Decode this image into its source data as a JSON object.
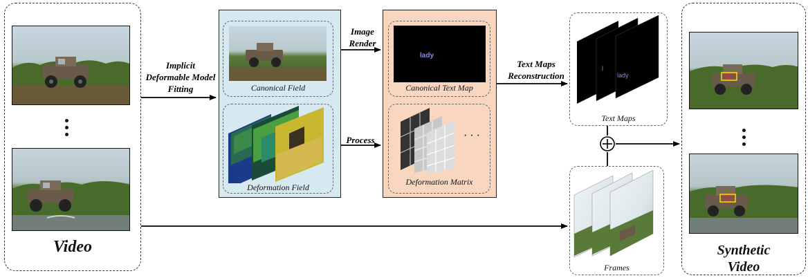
{
  "labels": {
    "video": "Video",
    "synthetic_video": "Synthetic Video",
    "implicit_fitting": "Implicit Deformable Model Fitting",
    "image_render": "Image Render",
    "process": "Process",
    "text_maps_reconstruction": "Text Maps Reconstruction",
    "canonical_field": "Canonical Field",
    "deformation_field": "Deformation Field",
    "canonical_text_map": "Canonical Text Map",
    "deformation_matrix": "Deformation Matrix",
    "text_maps": "Text Maps",
    "frames": "Frames",
    "ellipsis": "· · ·",
    "text_word": "lady",
    "text_word_small": "lady",
    "text_letter": "l"
  },
  "colors": {
    "canonical_panel": "#d6e8f0",
    "matrix_panel": "#f8d6c0",
    "arrow": "#000000",
    "highlight_box": "#e6e600",
    "text_box": "#e03030"
  },
  "icons": {
    "combine": "circled-plus-icon"
  }
}
